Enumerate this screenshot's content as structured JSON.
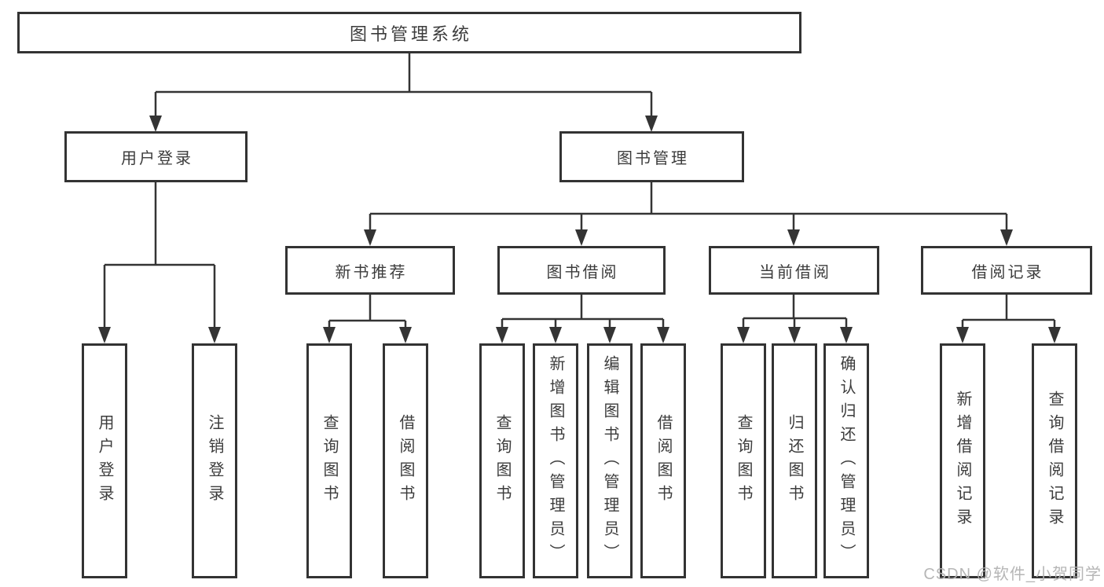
{
  "diagram": {
    "root": "图书管理系统",
    "branches": [
      {
        "label": "用户登录",
        "children": [
          "用户登录",
          "注销登录"
        ]
      },
      {
        "label": "图书管理",
        "sections": [
          {
            "label": "新书推荐",
            "children": [
              "查询图书",
              "借阅图书"
            ]
          },
          {
            "label": "图书借阅",
            "children": [
              "查询图书",
              "新增图书（管理员）",
              "编辑图书（管理员）",
              "借阅图书"
            ]
          },
          {
            "label": "当前借阅",
            "children": [
              "查询图书",
              "归还图书",
              "确认归还（管理员）"
            ]
          },
          {
            "label": "借阅记录",
            "children": [
              "新增借阅记录",
              "查询借阅记录"
            ]
          }
        ]
      }
    ]
  },
  "watermark": {
    "text": "CSDN @软件_小贺同学"
  },
  "colors": {
    "line": "#343434",
    "border": "#333333",
    "text": "#3c3c3c",
    "watermark": "#b2b2b2",
    "background": "#ffffff"
  }
}
